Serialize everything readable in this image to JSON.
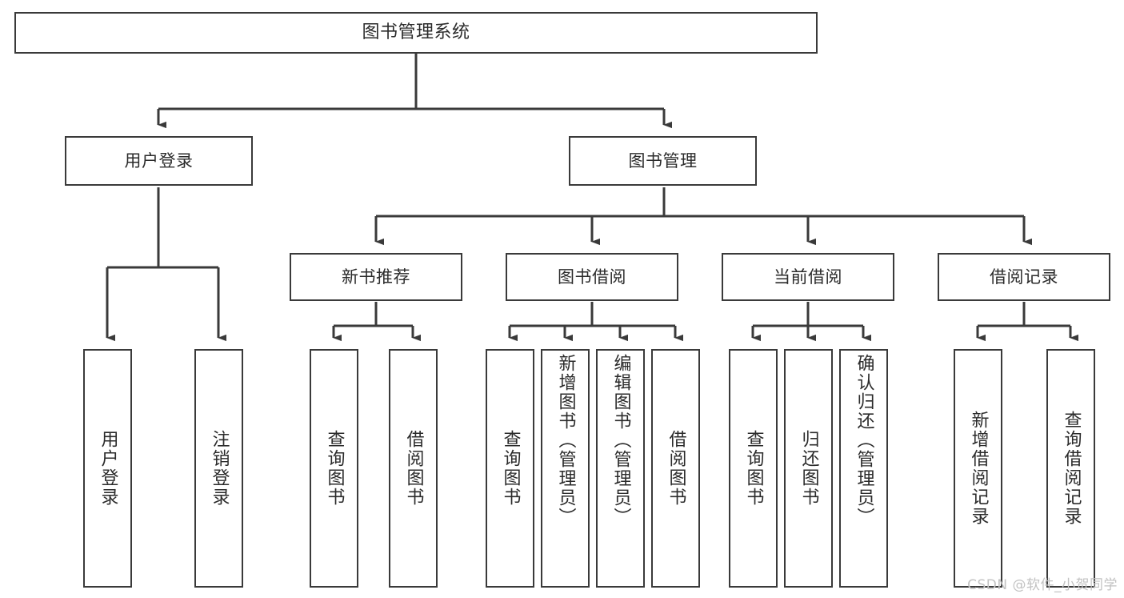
{
  "diagram": {
    "type": "tree-hierarchy",
    "title": "图书管理系统",
    "colors": {
      "background": "#ffffff",
      "node_fill": "#ffffff",
      "node_border": "#3a3a3a",
      "edge": "#3a3a3a",
      "text": "#2b2b2b",
      "watermark": "#c2c2c2"
    },
    "root": {
      "label": "图书管理系统"
    },
    "level2": [
      {
        "label": "用户登录"
      },
      {
        "label": "图书管理"
      }
    ],
    "level3": [
      {
        "label": "新书推荐"
      },
      {
        "label": "图书借阅"
      },
      {
        "label": "当前借阅"
      },
      {
        "label": "借阅记录"
      }
    ],
    "leaves_user_login": [
      {
        "label": "用户登录"
      },
      {
        "label": "注销登录"
      }
    ],
    "leaves_new_book": [
      {
        "label": "查询图书"
      },
      {
        "label": "借阅图书"
      }
    ],
    "leaves_borrow": [
      {
        "label": "查询图书"
      },
      {
        "label": "新增图书（管理员）"
      },
      {
        "label": "编辑图书（管理员）"
      },
      {
        "label": "借阅图书"
      }
    ],
    "leaves_current": [
      {
        "label": "查询图书"
      },
      {
        "label": "归还图书"
      },
      {
        "label": "确认归还（管理员）"
      }
    ],
    "leaves_records": [
      {
        "label": "新增借阅记录"
      },
      {
        "label": "查询借阅记录"
      }
    ]
  },
  "watermark": {
    "text": "CSDN @软件_小贺同学"
  }
}
